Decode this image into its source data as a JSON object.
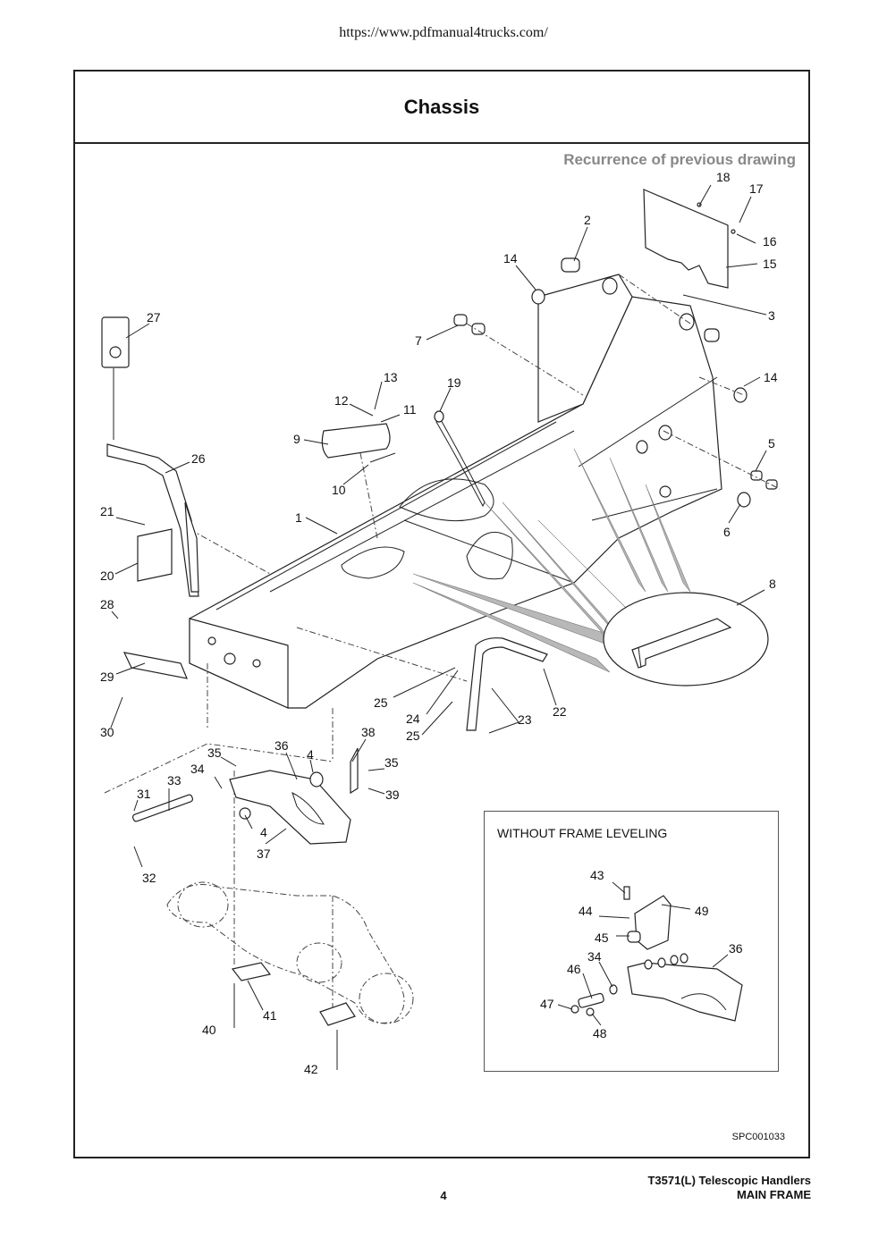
{
  "header": {
    "url": "https://www.pdfmanual4trucks.com/"
  },
  "page": {
    "title": "Chassis",
    "recurrence_note": "Recurrence of previous drawing",
    "inset_title": "WITHOUT FRAME LEVELING",
    "drawing_code": "SPC001033"
  },
  "callouts": {
    "c1": "1",
    "c2": "2",
    "c3": "3",
    "c4a": "4",
    "c4b": "4",
    "c5": "5",
    "c6": "6",
    "c7": "7",
    "c8": "8",
    "c9": "9",
    "c10": "10",
    "c11": "11",
    "c12": "12",
    "c13": "13",
    "c14a": "14",
    "c14b": "14",
    "c15": "15",
    "c16": "16",
    "c17": "17",
    "c18": "18",
    "c19": "19",
    "c20": "20",
    "c21": "21",
    "c22": "22",
    "c23": "23",
    "c24": "24",
    "c25a": "25",
    "c25b": "25",
    "c26": "26",
    "c27": "27",
    "c28": "28",
    "c29": "29",
    "c30": "30",
    "c31": "31",
    "c32": "32",
    "c33": "33",
    "c34a": "34",
    "c34b": "34",
    "c35a": "35",
    "c35b": "35",
    "c36a": "36",
    "c36b": "36",
    "c37": "37",
    "c38": "38",
    "c39": "39",
    "c40": "40",
    "c41": "41",
    "c42": "42",
    "c43": "43",
    "c44": "44",
    "c45": "45",
    "c46": "46",
    "c47": "47",
    "c48": "48",
    "c49": "49"
  },
  "footer": {
    "page_number": "4",
    "model": "T3571(L) Telescopic Handlers",
    "section": "MAIN FRAME"
  }
}
